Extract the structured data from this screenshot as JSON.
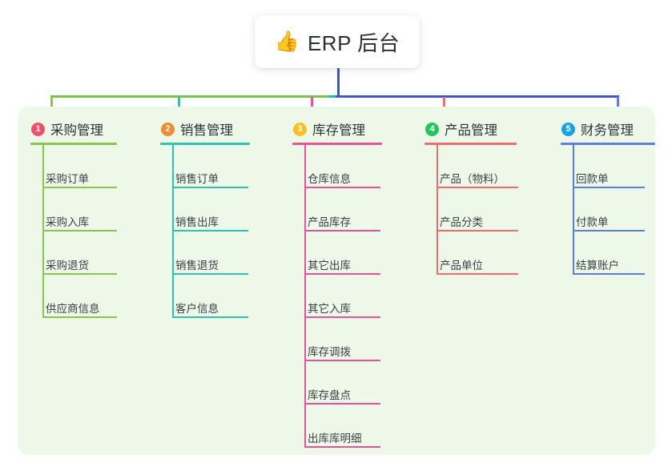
{
  "diagram": {
    "type": "org-tree",
    "root": {
      "icon": "thumbs-up-icon",
      "emoji": "👍",
      "title": "ERP 后台"
    },
    "palette": {
      "panel_bg": "#eef8e9",
      "page_bg": "#ffffff",
      "root_stem": "#4055c8",
      "bus_left": "#7cc24a",
      "bus_mid": "#15c2b5",
      "bus_right": "#4055c8",
      "text": "#3a3f46"
    },
    "columns": [
      {
        "index": "1",
        "title": "采购管理",
        "color": "#8cc451",
        "badge_color": "#f0506e",
        "items": [
          "采购订单",
          "采购入库",
          "采购退货",
          "供应商信息"
        ]
      },
      {
        "index": "2",
        "title": "销售管理",
        "color": "#2fc4b2",
        "badge_color": "#f08a33",
        "items": [
          "销售订单",
          "销售出库",
          "销售退货",
          "客户信息"
        ]
      },
      {
        "index": "3",
        "title": "库存管理",
        "color": "#e8529b",
        "badge_color": "#fbbf24",
        "items": [
          "仓库信息",
          "产品库存",
          "其它出库",
          "其它入库",
          "库存调拨",
          "库存盘点",
          "出库库明细"
        ]
      },
      {
        "index": "4",
        "title": "产品管理",
        "color": "#f46b6b",
        "badge_color": "#22c55e",
        "items": [
          "产品（物料）",
          "产品分类",
          "产品单位"
        ]
      },
      {
        "index": "5",
        "title": "财务管理",
        "color": "#5b7fdd",
        "badge_color": "#17a3e0",
        "items": [
          "回款单",
          "付款单",
          "结算账户"
        ]
      }
    ]
  }
}
